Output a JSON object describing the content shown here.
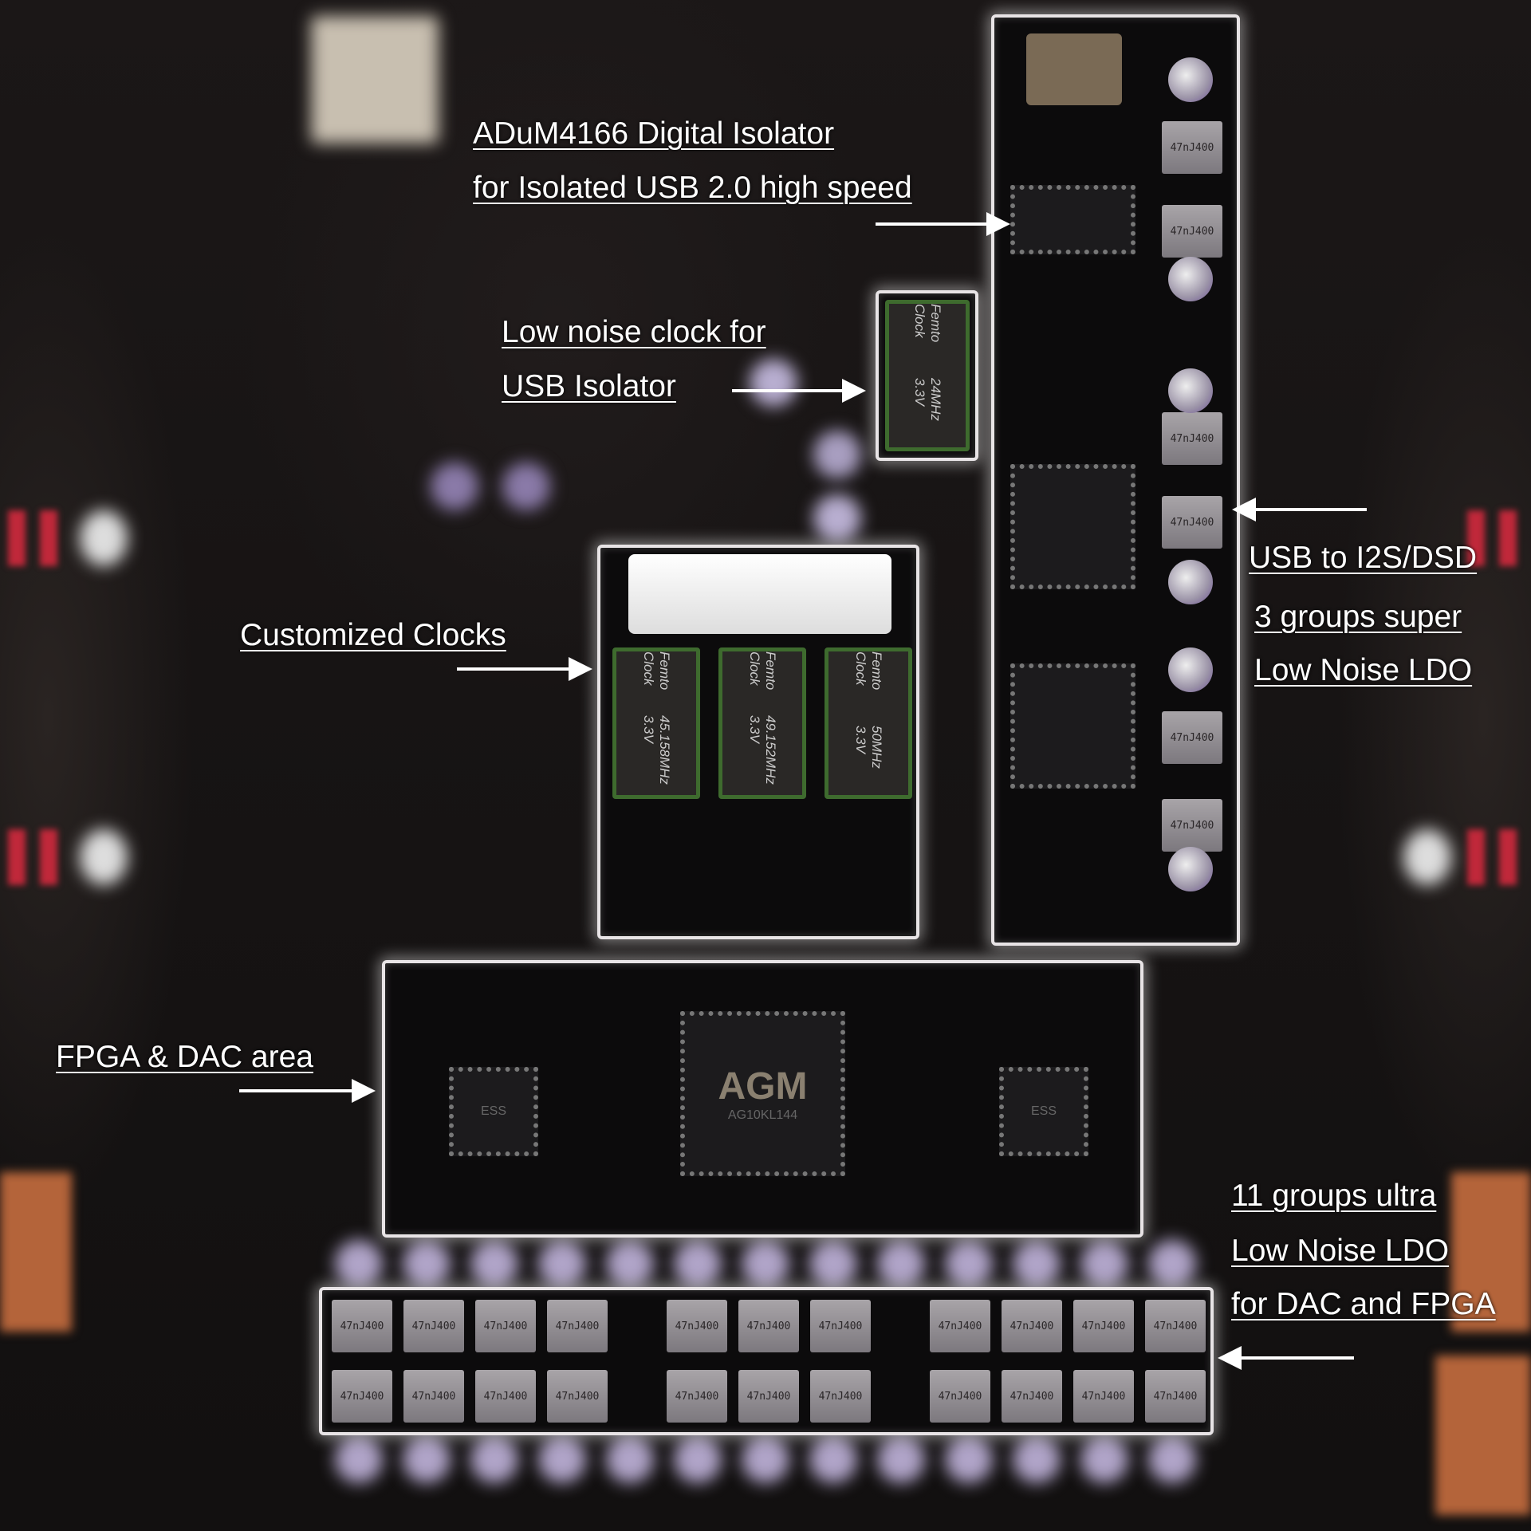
{
  "annotations": {
    "isolator": {
      "line1": "ADuM4166 Digital Isolator",
      "line2": "for Isolated USB 2.0 high speed"
    },
    "usb_clock": {
      "line1": "Low noise clock for",
      "line2": "USB Isolator"
    },
    "custom_clocks": {
      "line1": "Customized Clocks"
    },
    "usb_i2s": {
      "line1": "USB to I2S/DSD",
      "line2": "3 groups super",
      "line3": "Low Noise LDO"
    },
    "fpga": {
      "line1": "FPGA & DAC area"
    },
    "ldo": {
      "line1": "11 groups ultra",
      "line2": "Low Noise LDO",
      "line3": "for DAC and FPGA"
    }
  },
  "components": {
    "cap_marking": "47nJ400",
    "femto_clock": "Femto Clock",
    "clock_freqs": [
      "24MHz 3.3V",
      "45.158MHz 3.3V",
      "49.152MHz 3.3V",
      "50MHz 3.3V"
    ],
    "fpga_chip": "AGM",
    "fpga_marking": "AG10KL144",
    "dac_chip": "ESS"
  },
  "colors": {
    "highlight": "#e8e4e6",
    "text": "#ffffff",
    "background": "#151212"
  }
}
